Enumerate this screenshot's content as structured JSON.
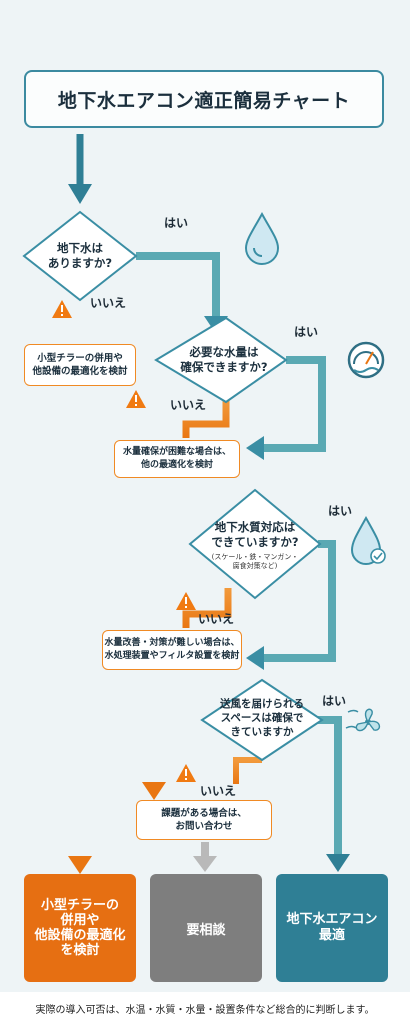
{
  "title": "地下水エアコン適正簡易チャート",
  "questions": [
    {
      "text": "地下水は\nありますか?"
    },
    {
      "text": "必要な水量は\n確保できますか?"
    },
    {
      "text": "地下水質対応は\nできていますか?",
      "note": "(スケール・鉄・マンガン・\n腐食対策など)"
    },
    {
      "text": "送風を届けられる\nスペースは確保で\nきていますか"
    }
  ],
  "yes_label": "はい",
  "no_label": "いいえ",
  "boxes": [
    "小型チラーの併用や\n他設備の最適化を検討",
    "水量確保が困難な場合は、\n他の最適化を検討",
    "水量改善・対策が難しい場合は、\n水処理装置やフィルタ設置を検討",
    "課題がある場合は、\nお問い合わせ"
  ],
  "results": [
    {
      "label": "小型チラーの\n併用や\n他設備の最適化\nを検討",
      "color": "#e66f12"
    },
    {
      "label": "要相談",
      "color": "#7e7e7e"
    },
    {
      "label": "地下水エアコン\n最適",
      "color": "#2f7f95"
    }
  ],
  "icons": [
    "water-drop-icon",
    "gauge-icon",
    "water-check-icon",
    "fan-icon",
    "warning-icon"
  ],
  "footer": "実際の導入可否は、水温・水質・水量・設置条件など総合的に判断します。"
}
